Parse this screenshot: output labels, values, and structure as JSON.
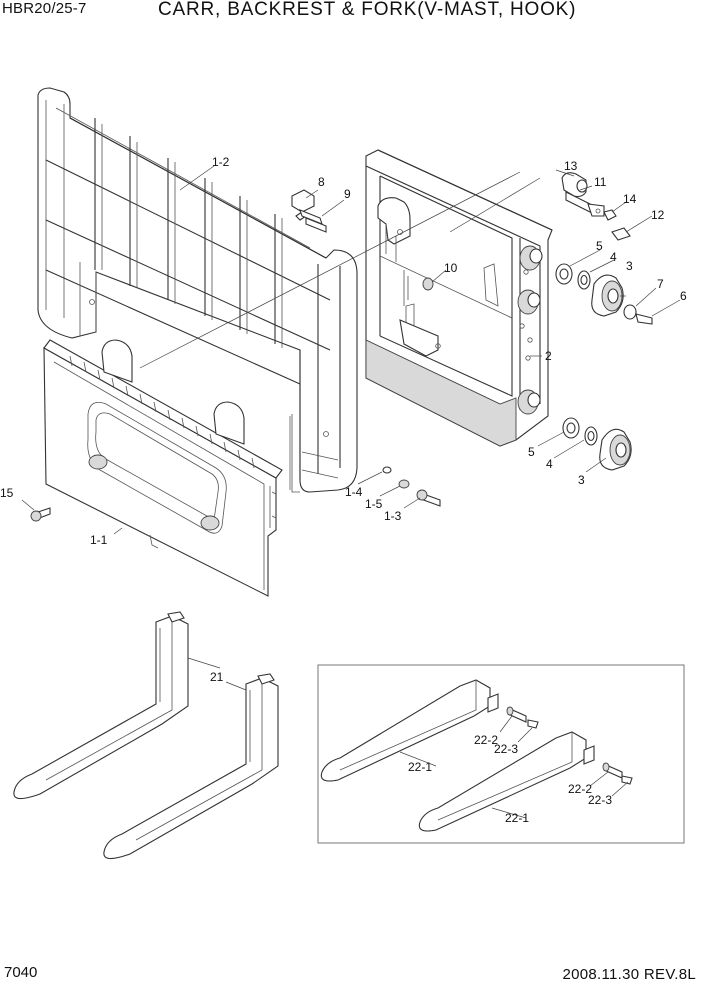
{
  "header": {
    "model": "HBR20/25-7",
    "title": "CARR, BACKREST & FORK(V-MAST, HOOK)"
  },
  "footer": {
    "page": "7040",
    "date_rev": "2008.11.30  REV.8L"
  },
  "labels": {
    "p1_2": "1-2",
    "p8": "8",
    "p9": "9",
    "p13": "13",
    "p11": "11",
    "p14": "14",
    "p12": "12",
    "p10": "10",
    "p5a": "5",
    "p4a": "4",
    "p3a": "3",
    "p7": "7",
    "p6": "6",
    "p2": "2",
    "p5b": "5",
    "p4b": "4",
    "p3b": "3",
    "p15": "15",
    "p1_4": "1-4",
    "p1_5": "1-5",
    "p1_3": "1-3",
    "p1_1": "1-1",
    "p21": "21",
    "p22_2a": "22-2",
    "p22_3a": "22-3",
    "p22_1a": "22-1",
    "p22_2b": "22-2",
    "p22_3b": "22-3",
    "p22_1b": "22-1"
  }
}
